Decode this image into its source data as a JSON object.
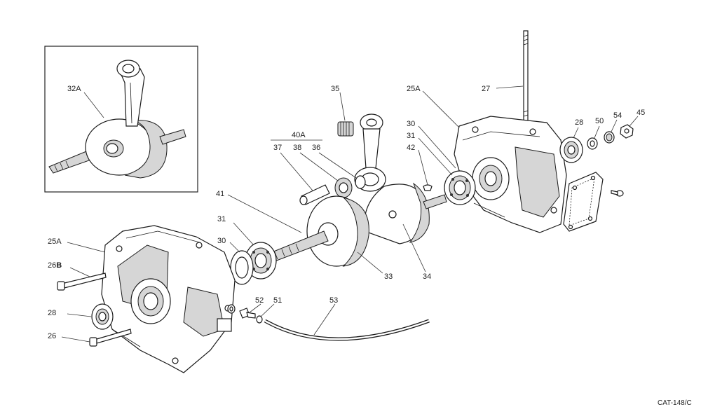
{
  "diagram": {
    "catalog_code": "CAT-148/C",
    "inset_label": "32A",
    "callouts": {
      "c35": "35",
      "c25a_top": "25A",
      "c27": "27",
      "c30_right": "30",
      "c31_right": "31",
      "c42": "42",
      "c28_right": "28",
      "c50": "50",
      "c54": "54",
      "c45": "45",
      "c40a": "40A",
      "c37": "37",
      "c38": "38",
      "c36": "36",
      "c41": "41",
      "c31_left": "31",
      "c30_left": "30",
      "c25a_left": "25A",
      "c26b_num": "26",
      "c26b_suffix": "B",
      "c28_left": "28",
      "c26": "26",
      "c52": "52",
      "c51": "51",
      "c53": "53",
      "c33": "33",
      "c34": "34"
    }
  }
}
